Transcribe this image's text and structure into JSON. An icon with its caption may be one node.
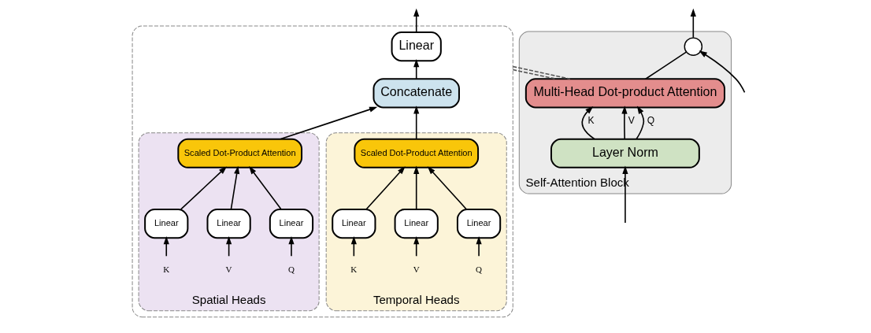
{
  "diagram": {
    "nodes": [
      {
        "text": [
          "Self-Attention Block"
        ]
      },
      {
        "text": [],
        "shape": "circle",
        "in": 0
      },
      {
        "text": [
          "Multi-Head Dot-product Attention"
        ],
        "in": 0
      },
      {
        "text": [
          "Layer Norm"
        ],
        "in": 0
      },
      {
        "text": [],
        "shape": "box"
      },
      {
        "text": [
          "Linear"
        ],
        "in": 4
      },
      {
        "text": [
          "Concatenate"
        ],
        "in": 4
      },
      {
        "text": [
          "Spatial Heads"
        ],
        "in": 4
      },
      {
        "text": [
          "Scaled Dot-Product Attention"
        ],
        "in": 7
      },
      {
        "text": [
          "Linear"
        ],
        "in": 7
      },
      {
        "text": [
          "Linear"
        ],
        "in": 7
      },
      {
        "text": [
          "Linear"
        ],
        "in": 7
      },
      {
        "text": [
          "K"
        ],
        "in": 7
      },
      {
        "text": [
          "V"
        ],
        "in": 7
      },
      {
        "text": [
          "Q"
        ],
        "in": 7
      },
      {
        "text": [
          "Temporal Heads"
        ],
        "in": 4
      },
      {
        "text": [
          "Scaled Dot-Product Attention"
        ],
        "in": 15
      },
      {
        "text": [
          "Linear"
        ],
        "in": 15
      },
      {
        "text": [
          "Linear"
        ],
        "in": 15
      },
      {
        "text": [
          "Linear"
        ],
        "in": 15
      },
      {
        "text": [
          "K"
        ],
        "in": 15
      },
      {
        "text": [
          "V"
        ],
        "in": 15
      },
      {
        "text": [
          "Q"
        ],
        "in": 15
      }
    ],
    "edges": [
      {
        "from": null,
        "to": 3,
        "arrow": "to"
      },
      {
        "from": null,
        "to": 1,
        "arrow": "to"
      },
      {
        "from": 3,
        "to": 2,
        "arrow": "to",
        "label": "K"
      },
      {
        "from": 3,
        "to": 2,
        "arrow": "to",
        "label": "V"
      },
      {
        "from": 3,
        "to": 2,
        "arrow": "to",
        "label": "Q"
      },
      {
        "from": 2,
        "to": 1,
        "arrow": "none"
      },
      {
        "from": 1,
        "to": null,
        "arrow": "to"
      },
      {
        "from": 2,
        "to": 4,
        "arrow": "none",
        "style": "dashed",
        "color": "#555555"
      },
      {
        "from": 2,
        "to": 4,
        "arrow": "none",
        "style": "dashed",
        "color": "#555555"
      },
      {
        "from": 6,
        "to": 5,
        "arrow": "to"
      },
      {
        "from": 5,
        "to": null,
        "arrow": "to"
      },
      {
        "from": 8,
        "to": 6,
        "arrow": "to"
      },
      {
        "from": 16,
        "to": 6,
        "arrow": "to"
      },
      {
        "from": 9,
        "to": 8,
        "arrow": "to"
      },
      {
        "from": 10,
        "to": 8,
        "arrow": "to"
      },
      {
        "from": 11,
        "to": 8,
        "arrow": "to"
      },
      {
        "from": 12,
        "to": 9,
        "arrow": "to"
      },
      {
        "from": 13,
        "to": 10,
        "arrow": "to"
      },
      {
        "from": 14,
        "to": 11,
        "arrow": "to"
      },
      {
        "from": 17,
        "to": 16,
        "arrow": "to"
      },
      {
        "from": 18,
        "to": 16,
        "arrow": "to"
      },
      {
        "from": 19,
        "to": 16,
        "arrow": "to"
      },
      {
        "from": 20,
        "to": 17,
        "arrow": "to"
      },
      {
        "from": 21,
        "to": 18,
        "arrow": "to"
      },
      {
        "from": 22,
        "to": 19,
        "arrow": "to"
      }
    ]
  }
}
